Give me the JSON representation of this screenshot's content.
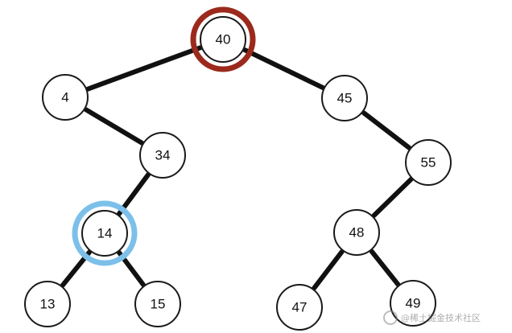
{
  "diagram": {
    "nodes": [
      {
        "id": "n40",
        "label": "40",
        "highlight": "root"
      },
      {
        "id": "n4",
        "label": "4"
      },
      {
        "id": "n45",
        "label": "45"
      },
      {
        "id": "n34",
        "label": "34"
      },
      {
        "id": "n55",
        "label": "55"
      },
      {
        "id": "n14",
        "label": "14",
        "highlight": "target"
      },
      {
        "id": "n48",
        "label": "48"
      },
      {
        "id": "n13",
        "label": "13"
      },
      {
        "id": "n15",
        "label": "15"
      },
      {
        "id": "n47",
        "label": "47"
      },
      {
        "id": "n49",
        "label": "49"
      }
    ],
    "edges": [
      [
        "n40",
        "n4"
      ],
      [
        "n40",
        "n45"
      ],
      [
        "n4",
        "n34"
      ],
      [
        "n45",
        "n55"
      ],
      [
        "n34",
        "n14"
      ],
      [
        "n55",
        "n48"
      ],
      [
        "n14",
        "n13"
      ],
      [
        "n14",
        "n15"
      ],
      [
        "n48",
        "n47"
      ],
      [
        "n48",
        "n49"
      ]
    ],
    "colors": {
      "root_ring": "#9b2a1c",
      "target_ring": "#7cc0ea",
      "edge": "#111111",
      "node_border": "#1a1a1a"
    }
  },
  "watermark": {
    "icon": "watermark-logo-icon",
    "text": "@稀土掘金技术社区"
  }
}
